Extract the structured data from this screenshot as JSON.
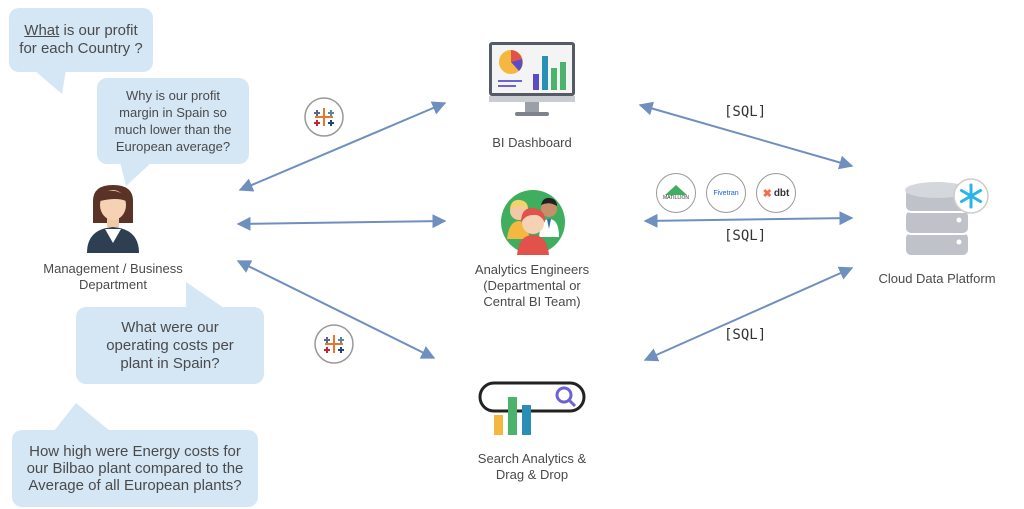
{
  "bubbles": {
    "q1_underlined": "What",
    "q1_rest": " is our profit for each Country ?",
    "q2": "Why is our profit margin in Spain so much lower than the European average?",
    "q3": "What were our operating costs per plant in Spain?",
    "q4": "How high were Energy costs for our Bilbao plant compared to the Average of all European plants?"
  },
  "nodes": {
    "management": "Management / Business Department",
    "bi_dashboard": "BI Dashboard",
    "analytics_engineers": "Analytics Engineers (Departmental or Central BI Team)",
    "search_analytics": "Search Analytics & Drag & Drop",
    "cloud_platform": "Cloud Data Platform"
  },
  "edges": {
    "sql_1": "[SQL]",
    "sql_2": "[SQL]",
    "sql_3": "[SQL]"
  },
  "logos": {
    "matillion": "MATILLION",
    "fivetran": "Fivetran",
    "dbt": "dbt"
  },
  "colors": {
    "arrow": "#6f8fbf",
    "bubble": "#d5e6f5"
  }
}
